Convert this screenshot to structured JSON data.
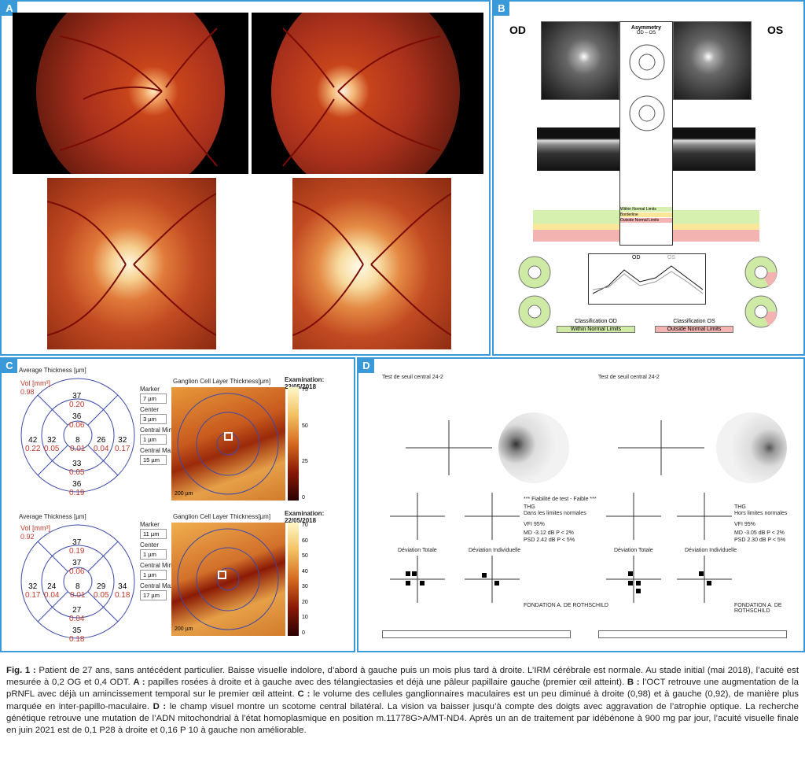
{
  "panels": {
    "a": {
      "label": "A"
    },
    "b": {
      "label": "B",
      "od": "OD",
      "os": "OS",
      "asymmetry_title": "Asymmetry",
      "asymmetry_sub": "OD – OS",
      "legend": [
        "Within Normal Limits",
        "Borderline",
        "Outside Normal Limits"
      ],
      "plot_od_label": "OD",
      "plot_os_label": "OS",
      "classification_od_title": "Classification OD",
      "classification_od_value": "Within Normal Limits",
      "classification_os_title": "Classification OS",
      "classification_os_value": "Outside Normal Limits"
    },
    "c": {
      "label": "C",
      "average_thickness": "Average Thickness [µm]",
      "gcl_title": "Ganglion Cell Layer Thickness[µm]",
      "gcl_title2": "Ganglion Cell Layer Thickness[µm]",
      "examination": "Examination: 22/05/2018",
      "scale_label": "200 µm",
      "scale_ticks": [
        "75",
        "50",
        "25",
        "0"
      ],
      "scale_ticks2": [
        "70",
        "60",
        "50",
        "40",
        "30",
        "20",
        "10",
        "0"
      ],
      "vol_label": "Vol [mm³]",
      "top": {
        "vol": "0.98",
        "sectors": [
          {
            "t": "37",
            "v": "0.20"
          },
          {
            "t": "36",
            "v": "0.06"
          },
          {
            "t": "42",
            "v": "0.22"
          },
          {
            "t": "32",
            "v": "0.05"
          },
          {
            "t": "8",
            "v": "0.01"
          },
          {
            "t": "26",
            "v": "0.04"
          },
          {
            "t": "32",
            "v": "0.17"
          },
          {
            "t": "33",
            "v": "0.05"
          },
          {
            "t": "36",
            "v": "0.19"
          }
        ],
        "marker": "7 µm",
        "center": "3 µm",
        "central_min": "1 µm",
        "central_max": "15 µm"
      },
      "bottom": {
        "vol": "0.92",
        "sectors": [
          {
            "t": "37",
            "v": "0.19"
          },
          {
            "t": "37",
            "v": "0.06"
          },
          {
            "t": "32",
            "v": "0.17"
          },
          {
            "t": "24",
            "v": "0.04"
          },
          {
            "t": "8",
            "v": "0.01"
          },
          {
            "t": "29",
            "v": "0.05"
          },
          {
            "t": "34",
            "v": "0.18"
          },
          {
            "t": "27",
            "v": "0.04"
          },
          {
            "t": "35",
            "v": "0.18"
          }
        ],
        "marker": "11 µm",
        "center": "1 µm",
        "central_min": "1 µm",
        "central_max": "17 µm"
      },
      "labels": {
        "marker": "Marker",
        "center": "Center",
        "central_min": "Central Min",
        "central_max": "Central Max"
      }
    },
    "d": {
      "label": "D",
      "left_title": "Test de seuil central 24-2",
      "right_title": "Test de seuil central 24-2",
      "deviation_total": "Déviation Totale",
      "deviation_individual": "Déviation Individuelle",
      "left_result": "THG",
      "left_result2": "Dans les limites normales",
      "right_result": "THG",
      "right_result2": "Hors limites normales",
      "fondation": "FONDATION A. DE ROTHSCHILD",
      "left_md": "MD  -3.12 dB P < 2%",
      "left_psd": "PSD  2.42 dB P < 5%",
      "right_md": "MD  -3.05 dB P < 2%",
      "right_psd": "PSD  2.30 dB P < 5%",
      "left_vfi": "VFI  95%",
      "right_vfi": "VFI  95%",
      "fiabilite": "*** Fiabilité de test - Faible ***"
    }
  },
  "caption": {
    "bold1": "Fig. 1 :",
    "t1": " Patient de 27 ans, sans antécédent particulier. Baisse visuelle indolore, d’abord à gauche puis un mois plus tard à droite. L’IRM cérébrale est normale. Au stade initial (mai 2018), l’acuité est mesurée à 0,2 OG et 0,4 ODT. ",
    "bold2": "A :",
    "t2": " papilles rosées à droite et à gauche avec des télangiectasies et déjà une pâleur papillaire gauche (premier œil atteint). ",
    "bold3": "B :",
    "t3": " l’OCT retrouve une augmentation de la pRNFL avec déjà un amincissement temporal sur le premier œil atteint. ",
    "bold4": "C :",
    "t4": " le volume des cellules ganglionnaires maculaires est un peu diminué à droite (0,98) et à gauche (0,92), de manière plus marquée en inter-papillo-maculaire. ",
    "bold5": "D :",
    "t5": " le champ visuel montre un scotome central bilatéral. La vision va baisser jusqu’à compte des doigts avec aggravation de l’atrophie optique. La recherche génétique retrouve une mutation de l’ADN mitochondrial à l’état homoplasmique en position m.11778G>A/MT-ND4. Après un an de traitement par idébénone à 900 mg par jour, l’acuité visuelle finale en juin 2021 est de 0,1 P28 à droite et 0,16 P 10 à gauche non améliorable."
  }
}
